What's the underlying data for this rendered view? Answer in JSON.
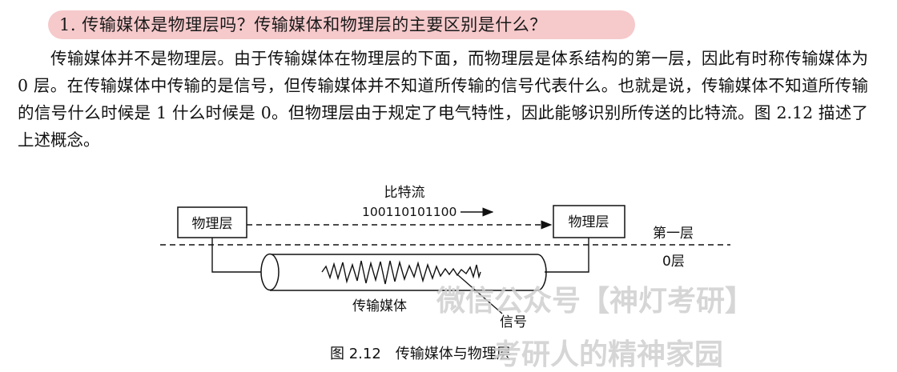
{
  "question": "1. 传输媒体是物理层吗？传输媒体和物理层的主要区别是什么？",
  "answer": "传输媒体并不是物理层。由于传输媒体在物理层的下面，而物理层是体系结构的第一层，因此有时称传输媒体为 0 层。在传输媒体中传输的是信号，但传输媒体并不知道所传输的信号代表什么。也就是说，传输媒体不知道所传输的信号什么时候是 1 什么时候是 0。但物理层由于规定了电气特性，因此能够识别所传送的比特流。图 2.12 描述了上述概念。",
  "figure": {
    "bitstream_label": "比特流",
    "bits": "100110101100",
    "left_box": "物理层",
    "right_box": "物理层",
    "layer1_label": "第一层",
    "layer0_label": "0层",
    "medium_label": "传输媒体",
    "signal_label": "信号",
    "caption": "图 2.12　传输媒体与物理层"
  },
  "watermark": {
    "line1": "微信公众号【神灯考研】",
    "line2": "考研人的精神家园"
  }
}
